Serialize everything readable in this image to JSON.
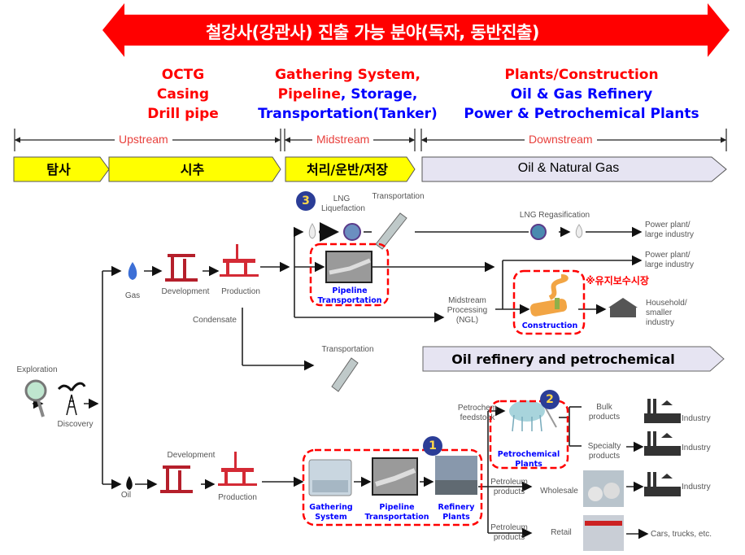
{
  "banner": {
    "title": "철강사(강관사) 진출 가능 분야(독자, 동반진출)",
    "color": "#ff0000"
  },
  "categories": {
    "upstream": [
      "OCTG",
      "Casing",
      "Drill pipe"
    ],
    "midstream": {
      "line1": "Gathering System,",
      "line2_red": "Pipeline",
      "line2_blue": ", Storage,",
      "line3": "Transportation(Tanker)"
    },
    "downstream": [
      "Plants/Construction",
      "Oil & Gas Refinery",
      "Power & Petrochemical Plants"
    ]
  },
  "streams": {
    "upstream": "Upstream",
    "midstream": "Midstream",
    "downstream": "Downstream"
  },
  "stages": {
    "exploration": "탐사",
    "drilling": "시추",
    "processing": "처리/운반/저장",
    "oil_gas": "Oil & Natural Gas",
    "yellow": "#ffff00",
    "lavender": "#e6e4f2"
  },
  "segment2": "Oil refinery and petrochemical",
  "flow": {
    "exploration": "Exploration",
    "discovery": "Discovery",
    "gas": "Gas",
    "oil": "Oil",
    "development": "Development",
    "production": "Production",
    "condensate": "Condensate",
    "lng_liquefaction": "LNG Liquefaction",
    "transportation": "Transportation",
    "lng_regasification": "LNG Regasification",
    "power_plant_1": "Power plant/ large industry",
    "power_plant_2": "Power plant/ large industry",
    "midstream_processing": "Midstream Processing (NGL)",
    "household": "Household/ smaller industry",
    "transportation2": "Transportation",
    "petrochem_feedstock": "Petrochem feedstock",
    "bulk_products": "Bulk products",
    "specialty_products": "Specialty products",
    "petroleum_products_1": "Petroleum products",
    "petroleum_products_2": "Petroleum products",
    "wholesale": "Wholesale",
    "retail": "Retail",
    "industry": "Industry",
    "cars": "Cars, trucks, etc."
  },
  "highlights": {
    "pipeline_transport_gas": "Pipeline Transportation",
    "construction": "Construction",
    "maintenance_note": "※유지보수시장",
    "gathering_system": "Gathering System",
    "pipeline_transport_oil": "Pipeline Transportation",
    "refinery_plants": "Refinery Plants",
    "petrochemical_plants": "Petrochemical Plants"
  },
  "badges": [
    "1",
    "2",
    "3"
  ]
}
